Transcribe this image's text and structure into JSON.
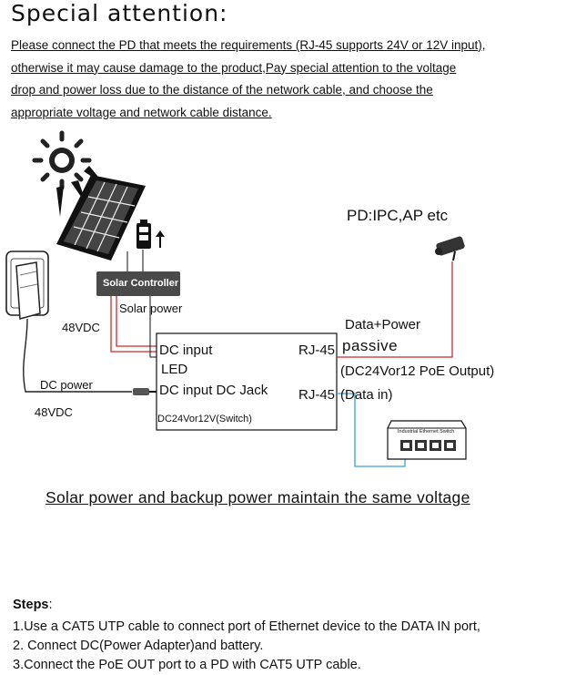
{
  "title": "Special attention:",
  "notice_lines": [
    "Please connect the PD that meets the requirements (RJ-45 supports 24V or 12V input),",
    "otherwise it may cause damage to the product,Pay special attention to the voltage",
    "drop and power loss due to the distance of the network cable, and choose the",
    "appropriate voltage and network cable distance."
  ],
  "diagram": {
    "solar_controller": "Solar Controller",
    "solar_power": "Solar power",
    "pd_label": "PD:IPC,AP etc",
    "adapter_voltage_top": "48VDC",
    "dc_power": "DC power",
    "adapter_voltage_bottom": "48VDC",
    "dc_input": "DC input",
    "led": "LED",
    "dc_input_jack": "DC input  DC Jack",
    "switch_voltage": "DC24Vor12V(Switch)",
    "rj45_top": "RJ-45",
    "rj45_bottom": "RJ-45",
    "data_power": "Data+Power",
    "passive": "passive",
    "poe_output": "(DC24Vor12 PoE Output)",
    "data_in": "(Data in)",
    "ethernet_switch": "Industrial Ethernet Switch"
  },
  "caption": "Solar power and backup power maintain the same voltage",
  "steps": {
    "heading": "Steps",
    "items": [
      "1.Use a CAT5 UTP cable to connect port of Ethernet device to the DATA IN port,",
      "2. Connect DC(Power Adapter)and battery.",
      "3.Connect the PoE OUT port to a PD with CAT5 UTP cable."
    ]
  },
  "colors": {
    "power_line": "#d0282e",
    "data_line": "#3a9fd0",
    "outline": "#000000"
  }
}
